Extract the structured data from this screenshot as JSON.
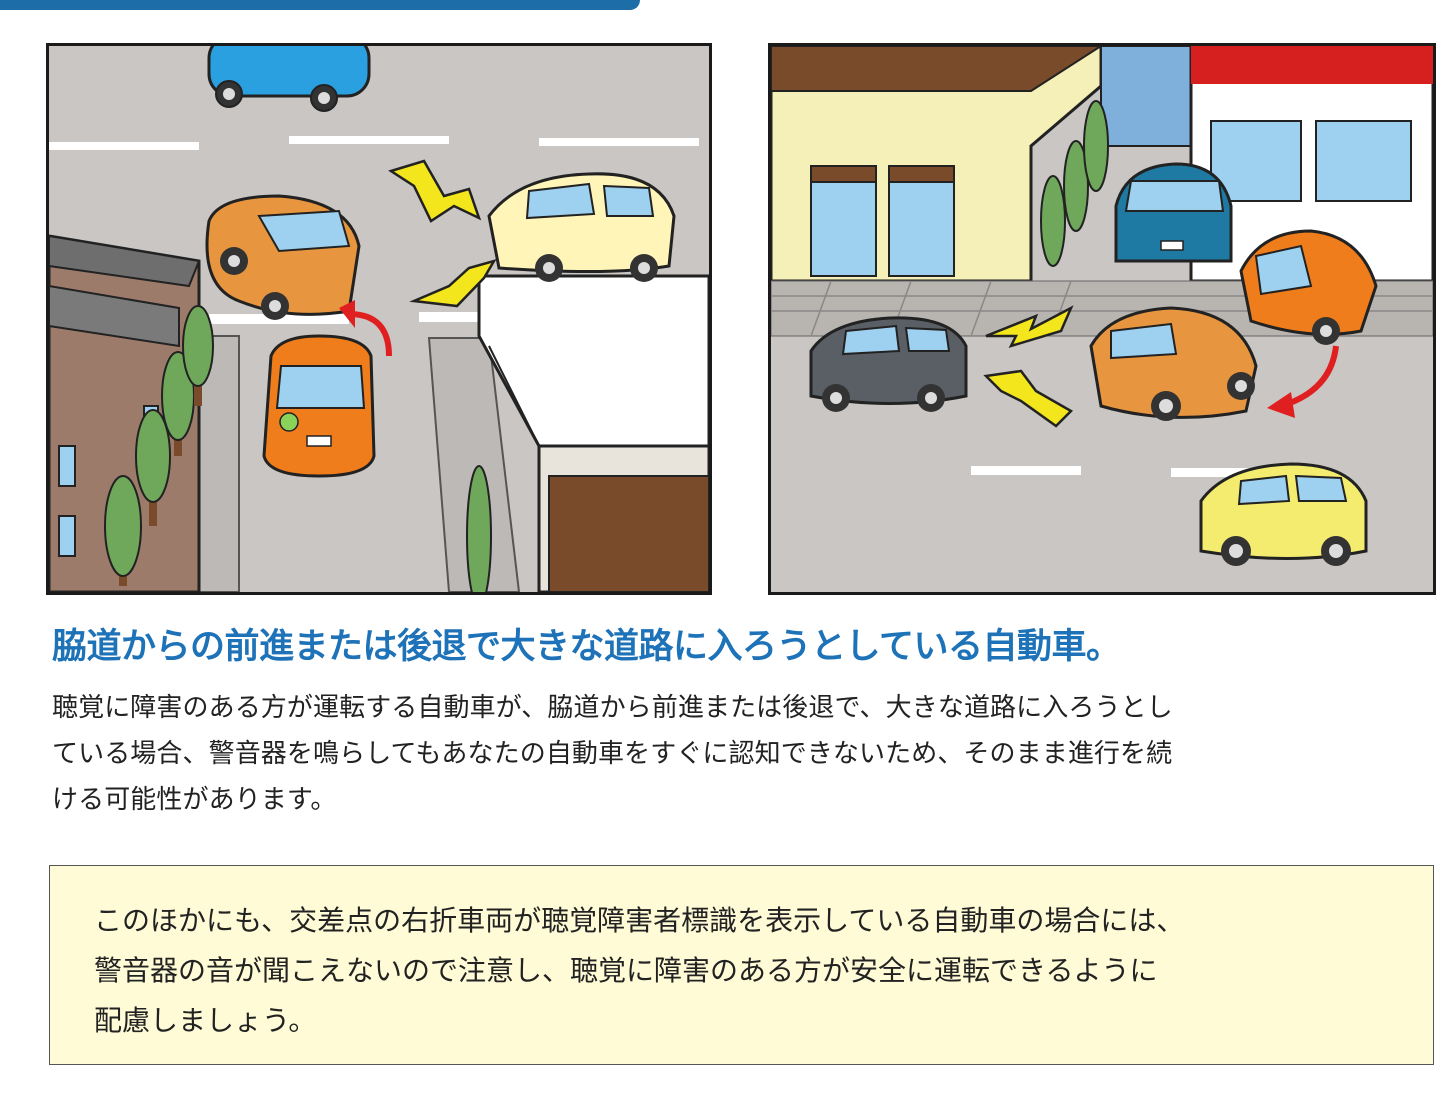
{
  "colors": {
    "heading": "#1d72b8",
    "note_background": "#fefbd6",
    "top_bar": "#1d6ea8",
    "road": "#c9c6c3"
  },
  "illustrations": {
    "left": {
      "content": [
        "car-blue",
        "car-orange-turning",
        "car-orange-marked",
        "car-cream",
        "building",
        "trees",
        "warning-bolts",
        "arrow-red"
      ]
    },
    "right": {
      "content": [
        "store",
        "car-teal",
        "car-orange",
        "car-orange-reversing",
        "car-gray",
        "car-yellow",
        "warning-bolts",
        "arrow-red"
      ]
    }
  },
  "heading": "脇道からの前進または後退で大きな道路に入ろうとしている自動車。",
  "body_lines": [
    "聴覚に障害のある方が運転する自動車が、脇道から前進または後退で、大きな道路に入ろうとし",
    "ている場合、警音器を鳴らしてもあなたの自動車をすぐに認知できないため、そのまま進行を続",
    "ける可能性があります。"
  ],
  "note_lines": [
    "このほかにも、交差点の右折車両が聴覚障害者標識を表示している自動車の場合には、",
    "警音器の音が聞こえないので注意し、聴覚に障害のある方が安全に運転できるように",
    "配慮しましょう。"
  ]
}
